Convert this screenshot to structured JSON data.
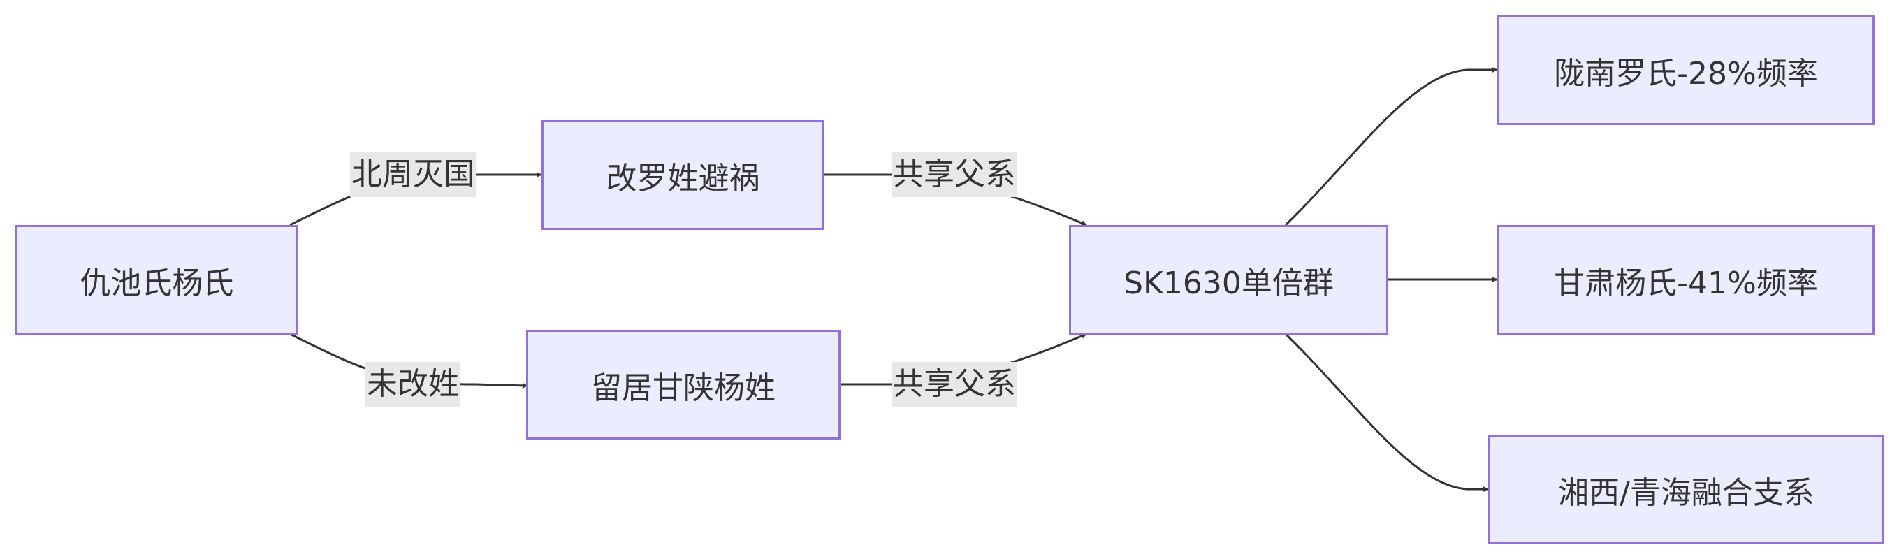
{
  "colors": {
    "node_fill": "#ECECFF",
    "node_border": "#9370DB",
    "edge": "#333333",
    "label_bg": "#e8e8e8",
    "text": "#333333"
  },
  "nodes": {
    "qiuchi": "仇池氏杨氏",
    "gailuo": "改罗姓避祸",
    "liuju": "留居甘陕杨姓",
    "sk1630": "SK1630单倍群",
    "longnan": "陇南罗氏-28%频率",
    "gansu": "甘肃杨氏-41%频率",
    "xiangxi": "湘西/青海融合支系"
  },
  "edge_labels": {
    "beizhou": "北周灭国",
    "weigai": "未改姓",
    "gongxiang_1": "共享父系",
    "gongxiang_2": "共享父系"
  }
}
